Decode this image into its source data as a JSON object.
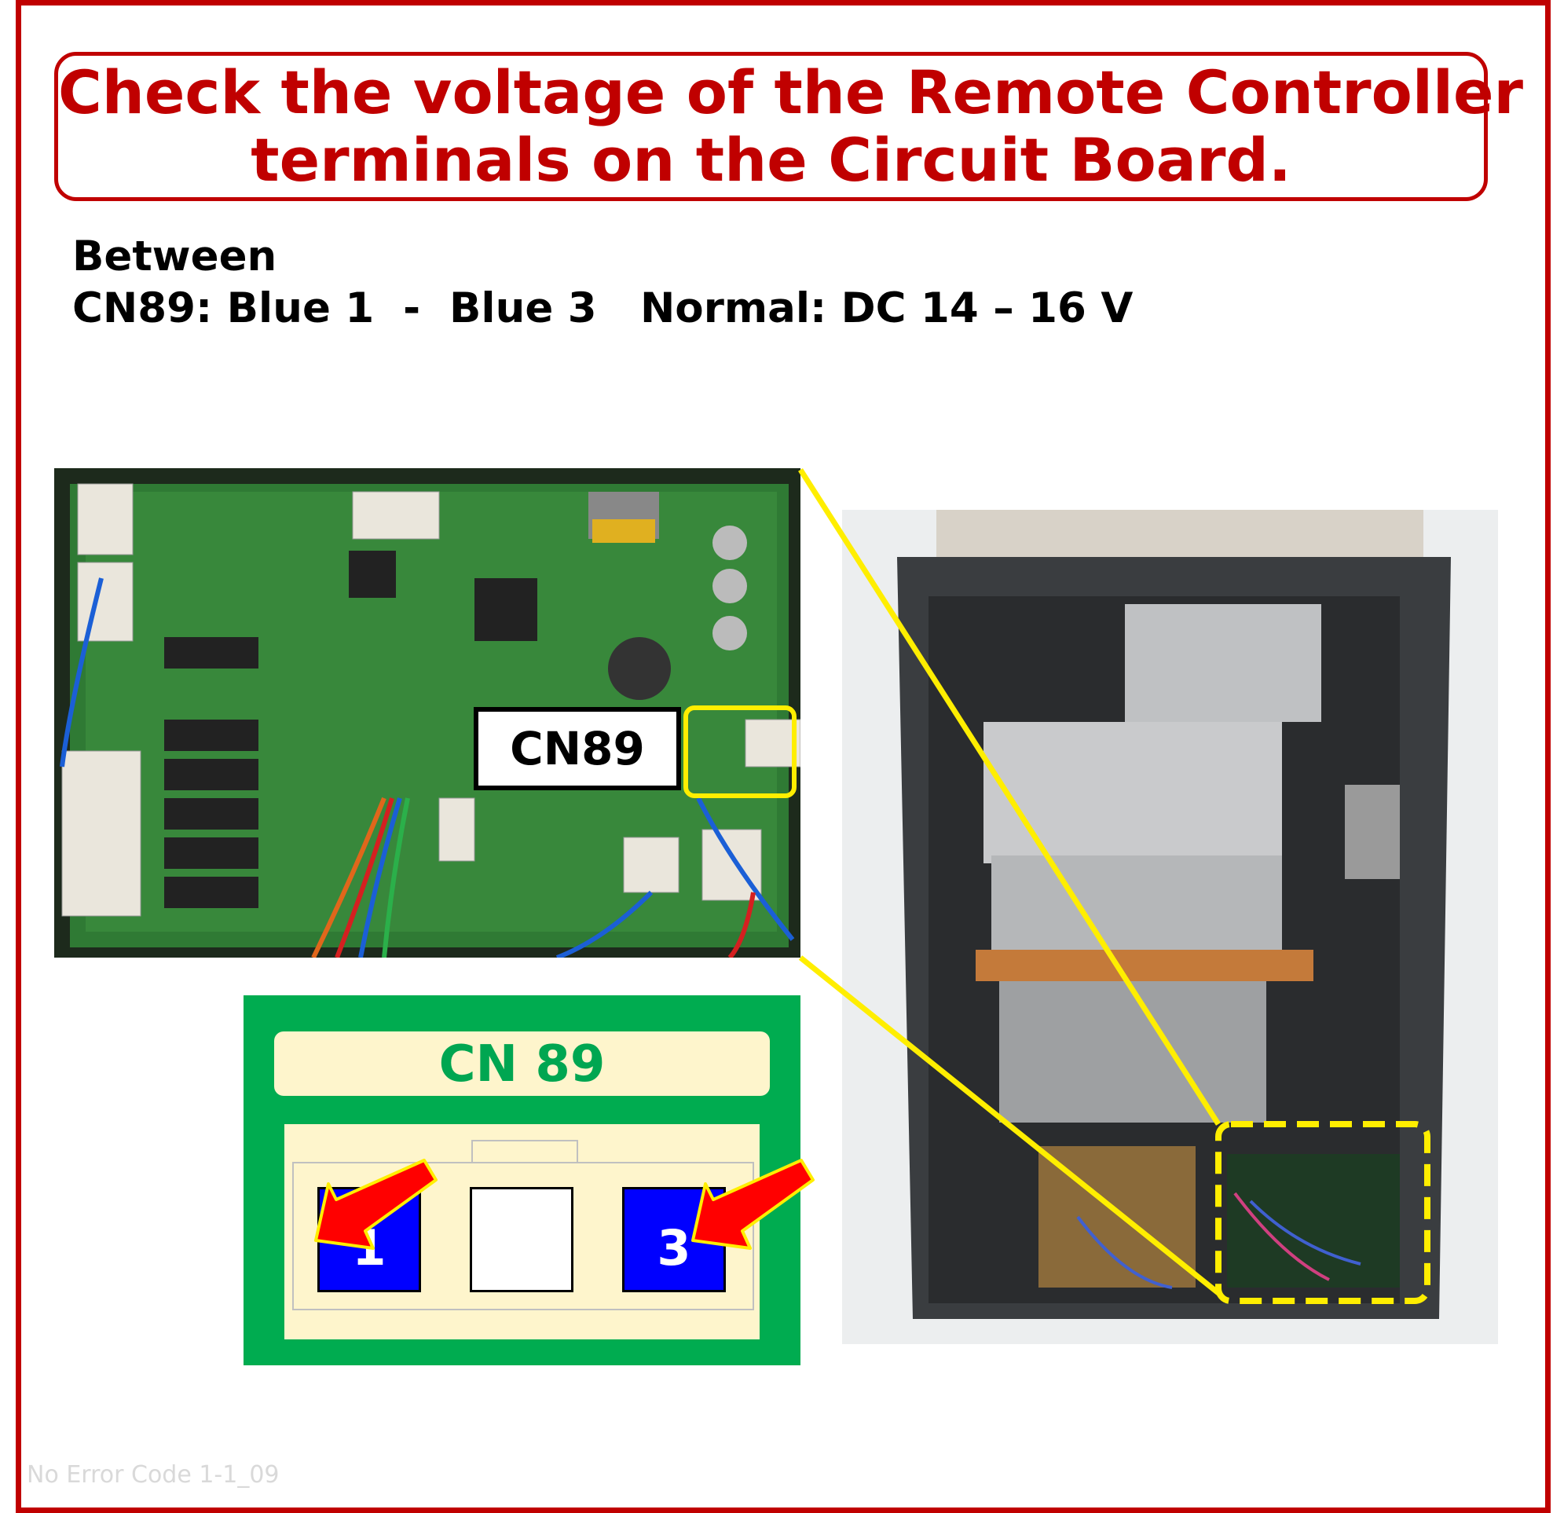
{
  "title": {
    "line1": "Check the voltage of the Remote Controller",
    "line2": "terminals on the Circuit Board."
  },
  "instructions": {
    "line1": "Between",
    "line2": "CN89: Blue 1  -  Blue 3   Normal: DC 14 – 16 V"
  },
  "pcb_photo": {
    "connector_label": "CN89"
  },
  "connector_diagram": {
    "title": "CN 89",
    "pins": [
      "1",
      "",
      "3"
    ],
    "pin_colors": [
      "#0000ff",
      "#ffffff",
      "#0000ff"
    ]
  },
  "colors": {
    "accent_red": "#c00000",
    "highlight_yellow": "#ffee00",
    "diagram_green": "#00ac50"
  },
  "footer": "No Error Code 1-1_09"
}
